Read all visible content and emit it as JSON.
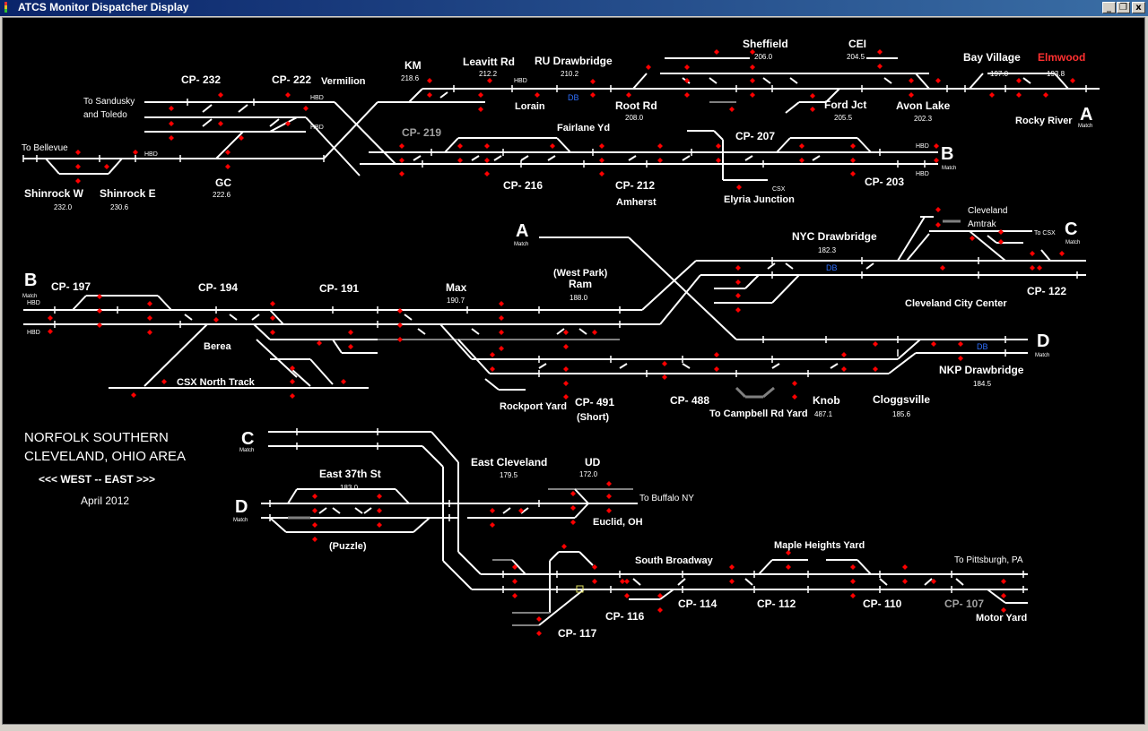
{
  "window": {
    "title": "ATCS Monitor Dispatcher Display",
    "minimize_glyph": "_",
    "restore_glyph": "❐",
    "close_glyph": "x"
  },
  "legend": {
    "company": "NORFOLK SOUTHERN",
    "area": "CLEVELAND, OHIO AREA",
    "direction": "<<<  WEST --  EAST  >>>",
    "date": "April 2012"
  },
  "colors": {
    "track": "#ffffff",
    "signal": "#ff0000",
    "db": "#3070ff",
    "spur": "#808080",
    "alert_label": "#ff3030",
    "background": "#000000"
  },
  "signals_count_note": "",
  "labels": {
    "cp232": "CP- 232",
    "cp222": "CP- 222",
    "vermilion": "Vermilion",
    "km": "KM",
    "km_mp": "218.6",
    "leavitt": "Leavitt Rd",
    "leavitt_mp": "212.2",
    "ru_draw": "RU Drawbridge",
    "ru_mp": "210.2",
    "sheffield": "Sheffield",
    "sheffield_mp": "206.0",
    "cei": "CEI",
    "cei_mp": "204.5",
    "bay_village": "Bay Village",
    "bay_mp": "197.0",
    "elmwood": "Elmwood",
    "elmwood_mp": "193.8",
    "to_sandusky": "To Sandusky",
    "and_toledo": "and Toledo",
    "lorain": "Lorain",
    "db1": "DB",
    "root_rd": "Root Rd",
    "root_mp": "208.0",
    "ford_jct": "Ford Jct",
    "ford_mp": "205.5",
    "avon_lake": "Avon Lake",
    "avon_mp": "202.3",
    "rocky_river": "Rocky River",
    "a_right": "A",
    "match": "Match",
    "to_bellevue": "To Bellevue",
    "hbd": "HBD",
    "cp219": "CP- 219",
    "fairlane": "Fairlane Yd",
    "cp207": "CP- 207",
    "b_right": "B",
    "shinrock_w": "Shinrock W",
    "shinrock_w_mp": "232.0",
    "shinrock_e": "Shinrock E",
    "shinrock_e_mp": "230.6",
    "gc": "GC",
    "gc_mp": "222.6",
    "cp216": "CP- 216",
    "cp212": "CP- 212",
    "amherst": "Amherst",
    "csx": "CSX",
    "elyria_jct": "Elyria Junction",
    "cp203": "CP- 203",
    "a_left": "A",
    "nyc_draw": "NYC Drawbridge",
    "nyc_mp": "182.3",
    "cleveland": "Cleveland",
    "amtrak": "Amtrak",
    "to_csx": "To CSX",
    "c_right": "C",
    "b_left": "B",
    "cp197": "CP- 197",
    "cp194": "CP- 194",
    "cp191": "CP- 191",
    "max": "Max",
    "max_mp": "190.7",
    "west_park": "(West Park)",
    "ram": "Ram",
    "ram_mp": "188.0",
    "db2": "DB",
    "cp122": "CP- 122",
    "cleveland_cc": "Cleveland City Center",
    "berea": "Berea",
    "csx_north": "CSX North Track",
    "d_right": "D",
    "db3": "DB",
    "nkp_draw": "NKP Drawbridge",
    "nkp_mp": "184.5",
    "rockport": "Rockport Yard",
    "cp491": "CP- 491",
    "short": "(Short)",
    "cp488": "CP- 488",
    "knob": "Knob",
    "knob_mp": "487.1",
    "to_campbell": "To Campbell Rd Yard",
    "cloggsville": "Cloggsville",
    "cloggs_mp": "185.6",
    "c_left": "C",
    "east_cleveland": "East Cleveland",
    "ec_mp": "179.5",
    "ud": "UD",
    "ud_mp": "172.0",
    "east37": "East 37th St",
    "e37_mp": "183.0",
    "to_buffalo": "To Buffalo NY",
    "d_left": "D",
    "euclid": "Euclid, OH",
    "puzzle": "(Puzzle)",
    "south_broadway": "South Broadway",
    "maple_heights": "Maple Heights Yard",
    "to_pittsburgh": "To Pittsburgh, PA",
    "cp114": "CP- 114",
    "cp112": "CP- 112",
    "cp110": "CP- 110",
    "cp107": "CP- 107",
    "cp116": "CP- 116",
    "cp117": "CP- 117",
    "motor_yard": "Motor Yard"
  }
}
